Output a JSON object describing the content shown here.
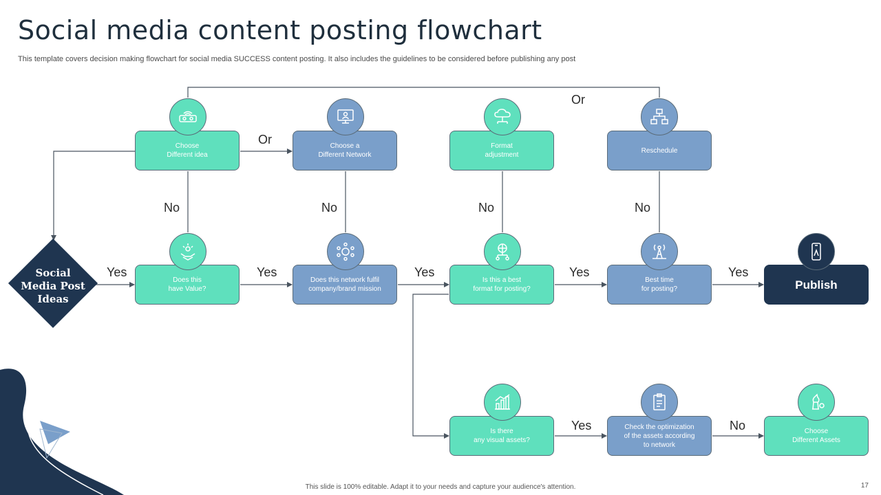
{
  "title": "Social media content posting flowchart",
  "subtitle": "This template covers decision making flowchart for social media SUCCESS content posting. It also includes the guidelines to be considered before publishing any post",
  "start_node": "Social\nMedia Post\nIdeas",
  "nodes": {
    "choose_idea": "Choose\nDifferent idea",
    "choose_network": "Choose a\nDifferent Network",
    "format_adjustment": "Format\nadjustment",
    "reschedule": "Reschedule",
    "value": "Does this\nhave Value?",
    "mission": "Does this network fulfil\ncompany/brand mission",
    "best_format": "Is this a best\nformat for posting?",
    "best_time": "Best time\nfor posting?",
    "publish": "Publish",
    "visual_assets": "Is there\nany visual assets?",
    "check_optimization": "Check the optimization\nof the assets according\nto network",
    "choose_assets": "Choose\nDifferent Assets"
  },
  "edge_labels": {
    "yes": "Yes",
    "no": "No",
    "or": "Or"
  },
  "icons": {
    "choose_idea": "vr-headset-icon",
    "choose_network": "monitor-user-icon",
    "format_adjustment": "cloud-network-icon",
    "reschedule": "network-nodes-icon",
    "value": "idea-hand-icon",
    "mission": "network-globe-icon",
    "best_format": "globe-share-icon",
    "best_time": "signal-tower-icon",
    "publish": "smartphone-icon",
    "visual_assets": "bar-chart-icon",
    "check_optimization": "clipboard-icon",
    "choose_assets": "chess-puzzle-icon"
  },
  "colors": {
    "teal": "#5fe0bd",
    "blue": "#7a9fca",
    "navy": "#1f3550"
  },
  "footer": "This slide is 100% editable. Adapt it to your needs and capture your audience's attention.",
  "page_number": "17"
}
